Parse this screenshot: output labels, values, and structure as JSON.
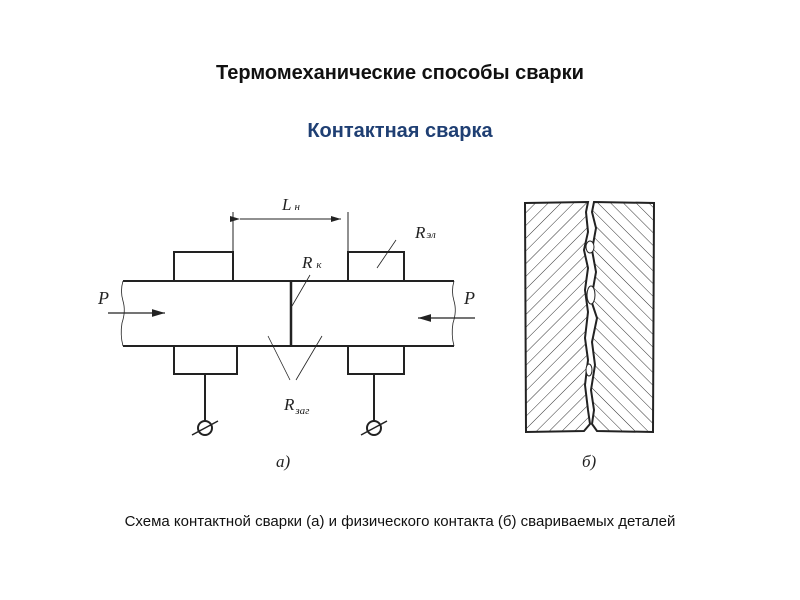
{
  "title": "Термомеханические способы сварки",
  "subtitle": "Контактная сварка",
  "diagram_a": {
    "label_L": "L",
    "label_L_sub": "н",
    "label_R_el": "R",
    "label_R_el_sub": "эл",
    "label_R_k": "R",
    "label_R_k_sub": "к",
    "label_R_zag": "R",
    "label_R_zag_sub": "заг",
    "label_P_left": "P",
    "label_P_right": "P",
    "caption": "а)"
  },
  "diagram_b": {
    "caption": "б)"
  },
  "caption": "Схема контактной сварки (а) и физического контакта (б) свариваемых деталей"
}
